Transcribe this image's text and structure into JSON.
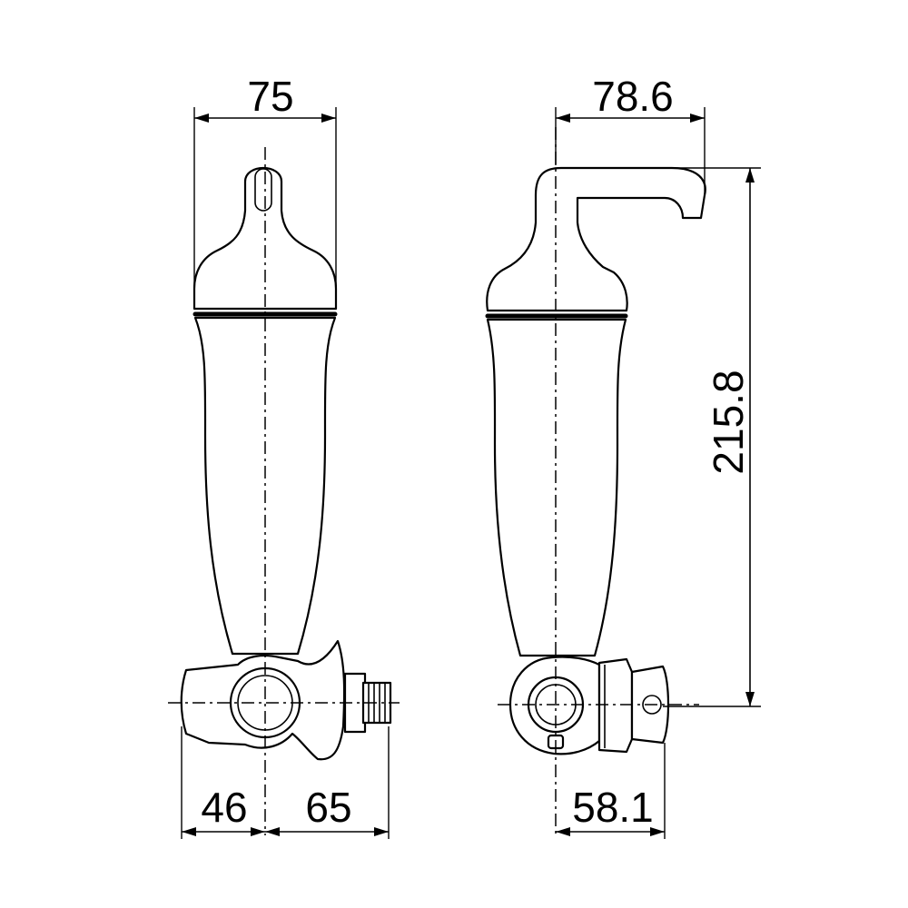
{
  "dimensions": {
    "front_width": "75",
    "side_width": "78.6",
    "height": "215.8",
    "left_offset": "46",
    "right_offset": "65",
    "side_depth": "58.1"
  },
  "colors": {
    "line": "#000000",
    "background": "#ffffff"
  }
}
